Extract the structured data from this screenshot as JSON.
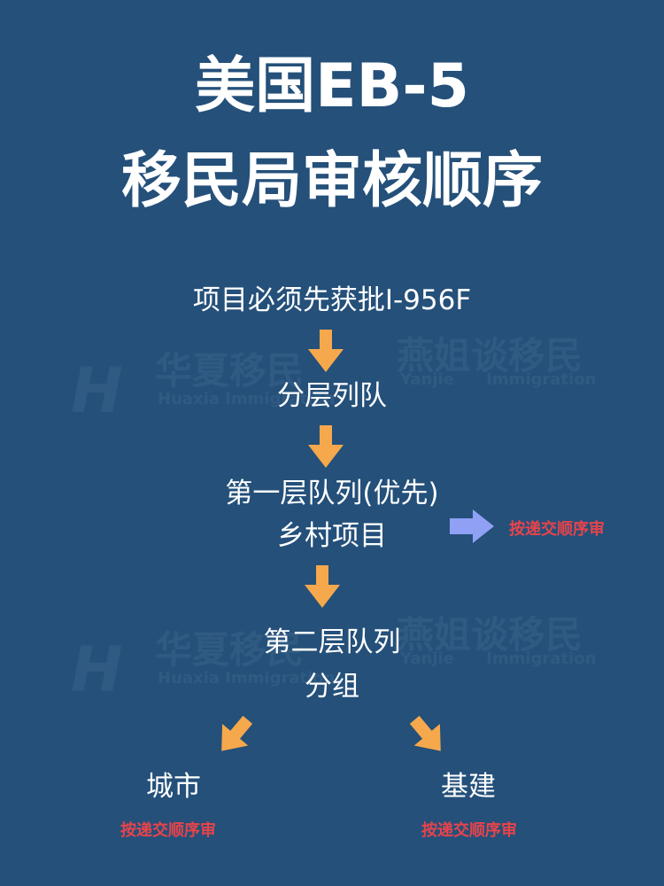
{
  "title": {
    "line1": "美国EB-5",
    "line2": "移民局审核顺序"
  },
  "watermark": {
    "brand1": "华夏移民",
    "brand1_en": "Huaxia Immigration",
    "brand2": "燕姐谈移民",
    "brand2_en": "Yanjie Immigration"
  },
  "flow": {
    "step1": "项目必须先获批I-956F",
    "step2": "分层列队",
    "step3_line1": "第一层队列(优先)",
    "step3_line2": "乡村项目",
    "step3_note": "按递交顺序审",
    "step4_line1": "第二层队列",
    "step4_line2": "分组",
    "branch_left": "城市",
    "branch_left_note": "按递交顺序审",
    "branch_right": "基建",
    "branch_right_note": "按递交顺序审"
  },
  "colors": {
    "background": "#24507a",
    "arrow": "#f6a84c",
    "side_arrow": "#8fa0f5",
    "note": "#e8434a"
  }
}
